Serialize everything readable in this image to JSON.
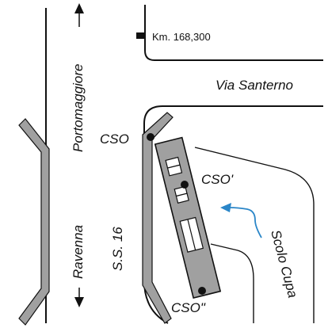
{
  "labels": {
    "km": "Km. 168,300",
    "via_santerno": "Via Santerno",
    "portomaggiore": "Portomaggiore",
    "ravenna": "Ravenna",
    "ss16": "S.S. 16",
    "cso": "CSO",
    "cso_prime": "CSO'",
    "cso_double": "CSO\"",
    "scolo_cupa": "Scolo Cupa"
  },
  "colors": {
    "line": "#111111",
    "gray_fill": "#a0a0a0",
    "arrow": "#2a86c8"
  }
}
